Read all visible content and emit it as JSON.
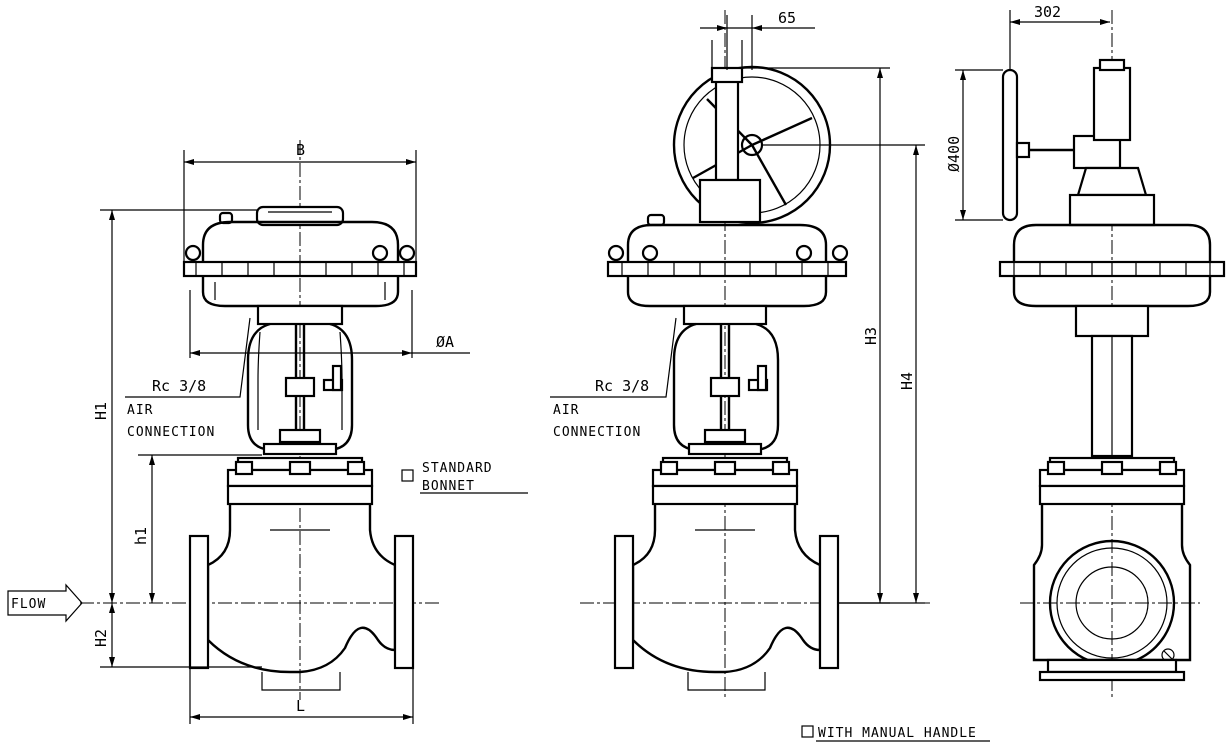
{
  "dimensions": {
    "B": "B",
    "A": "ØA",
    "H1": "H1",
    "h1": "h1",
    "H2": "H2",
    "L": "L",
    "H3": "H3",
    "H4": "H4",
    "offset_65": "65",
    "offset_302": "302",
    "handwheel": "Ø400"
  },
  "labels": {
    "flow": "FLOW",
    "air_conn_thread_1": "Rc 3/8",
    "air_conn_1_line1": "AIR",
    "air_conn_1_line2": "CONNECTION",
    "air_conn_thread_2": "Rc 3/8",
    "air_conn_2_line1": "AIR",
    "air_conn_2_line2": "CONNECTION",
    "standard_line1": "STANDARD",
    "standard_line2": "BONNET",
    "manual_handle": "WITH MANUAL HANDLE"
  }
}
